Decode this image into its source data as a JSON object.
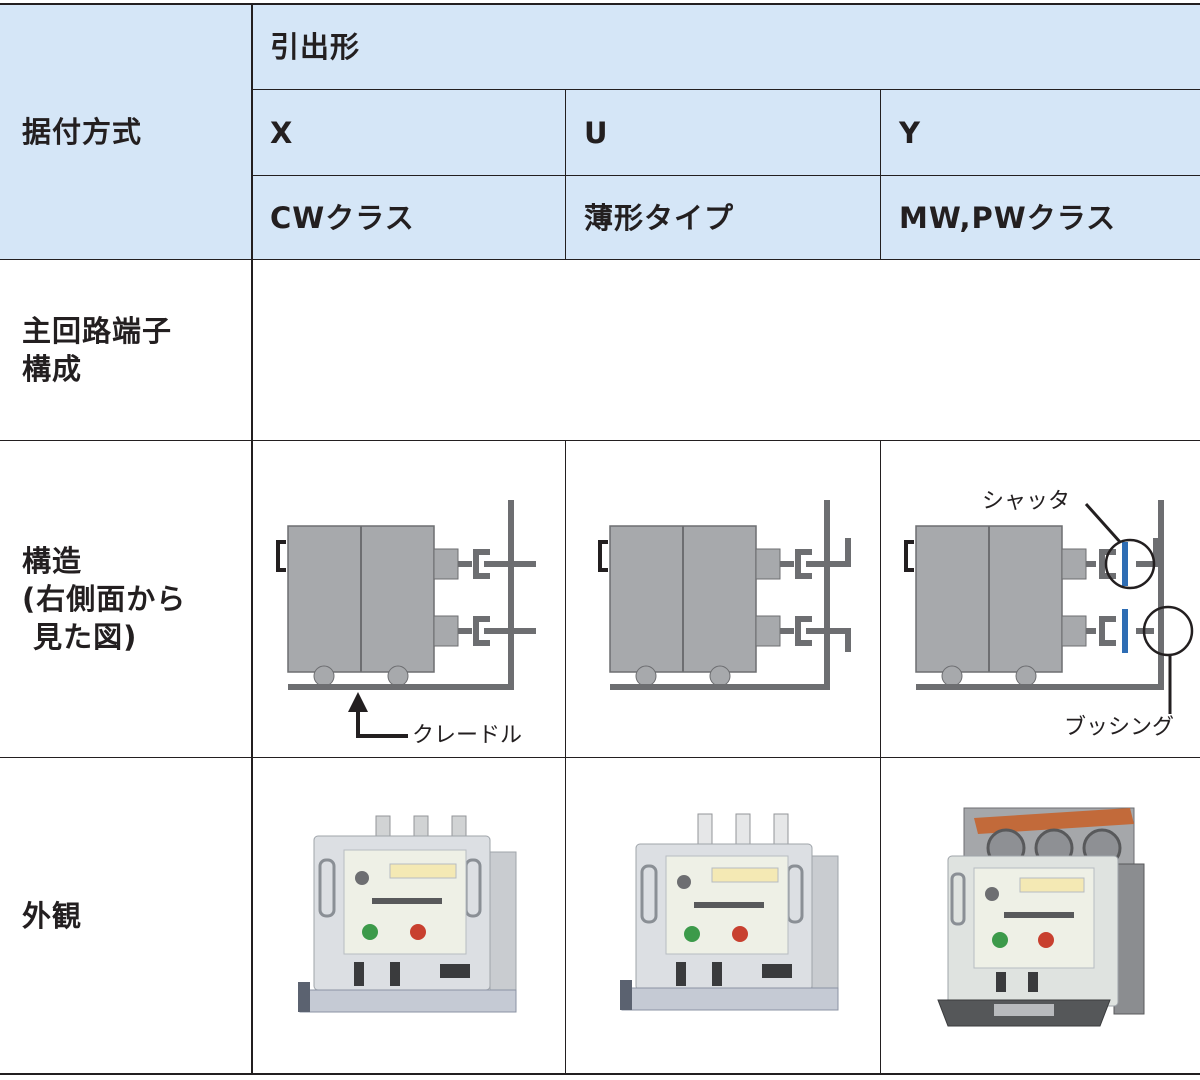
{
  "header": {
    "install_method_label": "据付方式",
    "draw_out_label": "引出形",
    "types": [
      {
        "code": "X",
        "name": "CWクラス"
      },
      {
        "code": "U",
        "name": "薄形タイプ"
      },
      {
        "code": "Y",
        "name": "MW,PWクラス"
      }
    ]
  },
  "rows": {
    "main_circuit_label": "主回路端子\n構成",
    "structure_label": "構造\n(右側面から\n 見た図)",
    "appearance_label": "外観"
  },
  "diagram_callouts": {
    "cradle": "クレードル",
    "shutter": "シャッタ",
    "bushing": "ブッシング"
  },
  "colors": {
    "header_bg": "#d5e6f7",
    "border": "#231f20",
    "breaker_gray": "#a7a9ac",
    "frame_gray": "#6d6e71",
    "shutter_blue": "#2e6db4"
  }
}
